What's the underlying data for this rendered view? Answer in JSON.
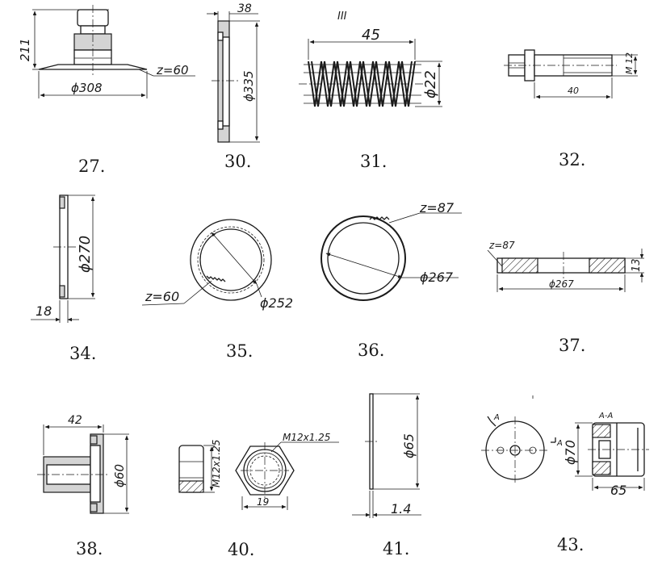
{
  "sheet_mark": "III",
  "parts": [
    {
      "number": "27.",
      "dims": {
        "height": "211",
        "diameter": "ϕ308",
        "teeth": "z=60"
      }
    },
    {
      "number": "30.",
      "dims": {
        "thickness": "38",
        "diameter": "ϕ335"
      }
    },
    {
      "number": "31.",
      "dims": {
        "length": "45",
        "diameter": "ϕ22"
      }
    },
    {
      "number": "32.",
      "dims": {
        "length": "40",
        "thread": "M 12"
      }
    },
    {
      "number": "34.",
      "dims": {
        "thickness": "18",
        "diameter": "ϕ270"
      }
    },
    {
      "number": "35.",
      "dims": {
        "teeth": "z=60",
        "diameter": "ϕ252"
      }
    },
    {
      "number": "36.",
      "dims": {
        "teeth": "z=87",
        "diameter": "ϕ267"
      }
    },
    {
      "number": "37.",
      "dims": {
        "teeth": "z=87",
        "diameter": "ϕ267",
        "thickness": "13"
      }
    },
    {
      "number": "38.",
      "dims": {
        "length": "42",
        "diameter": "ϕ60"
      }
    },
    {
      "number": "40.",
      "dims": {
        "thread_side": "M12x1.25",
        "thread_top": "M12x1.25",
        "across_flats": "19"
      }
    },
    {
      "number": "41.",
      "dims": {
        "diameter": "ϕ65",
        "thickness": "1.4"
      }
    },
    {
      "number": "43.",
      "dims": {
        "section_left": "A",
        "section_right": "A",
        "section_label": "A-A",
        "diameter": "ϕ70",
        "length": "65"
      }
    }
  ]
}
